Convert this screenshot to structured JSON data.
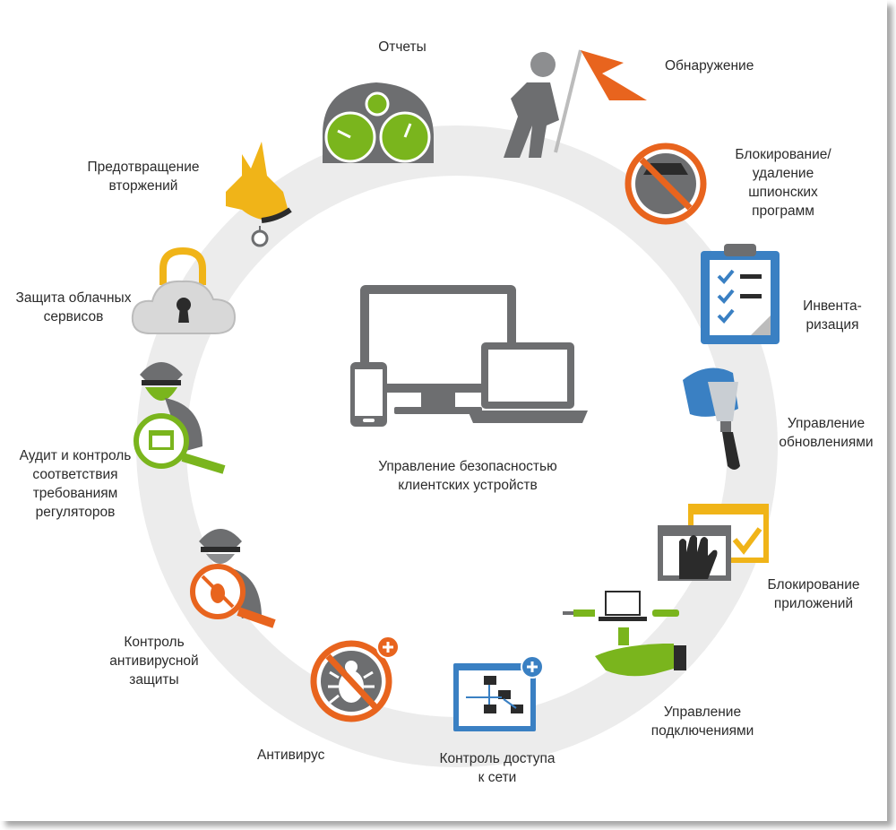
{
  "center": {
    "lines": [
      "Управление безопасностью",
      "клиентских устройств"
    ]
  },
  "modules": [
    {
      "id": "reports",
      "icon": "speedometer-gauges-icon",
      "lines": [
        "Отчеты"
      ]
    },
    {
      "id": "discovery",
      "icon": "flag-bearer-icon",
      "lines": [
        "Обнаружение"
      ]
    },
    {
      "id": "antispyware",
      "icon": "spy-prohibited-icon",
      "lines": [
        "Блокирование/",
        "удаление",
        "шпионских",
        "программ"
      ]
    },
    {
      "id": "inventory",
      "icon": "clipboard-checklist-icon",
      "lines": [
        "Инвента-",
        "ризация"
      ]
    },
    {
      "id": "patch",
      "icon": "putty-knife-icon",
      "lines": [
        "Управление",
        "обновлениями"
      ]
    },
    {
      "id": "appblock",
      "icon": "hand-stop-window-icon",
      "lines": [
        "Блокирование",
        "приложений"
      ]
    },
    {
      "id": "devices",
      "icon": "usb-devices-hand-icon",
      "lines": [
        "Управление",
        "подключениями"
      ]
    },
    {
      "id": "nac",
      "icon": "network-topology-icon",
      "lines": [
        "Контроль доступа",
        "к сети"
      ]
    },
    {
      "id": "antivirus",
      "icon": "bug-prohibited-icon",
      "lines": [
        "Антивирус"
      ]
    },
    {
      "id": "avcontrol",
      "icon": "inspector-bug-icon",
      "lines": [
        "Контроль",
        "антивирусной",
        "защиты"
      ]
    },
    {
      "id": "audit",
      "icon": "inspector-window-icon",
      "lines": [
        "Аудит и контроль",
        "соответствия",
        "требованиям",
        "регуляторов"
      ]
    },
    {
      "id": "cloud",
      "icon": "cloud-padlock-icon",
      "lines": [
        "Защита облачных",
        "сервисов"
      ]
    },
    {
      "id": "ips",
      "icon": "guard-dog-icon",
      "lines": [
        "Предотвращение",
        "вторжений"
      ]
    }
  ],
  "colors": {
    "ring": "#ececec",
    "grey": "#6d6e70",
    "orange": "#e8641e",
    "green": "#7ab51d",
    "blue": "#3a80c3",
    "yellow": "#f0b418",
    "text": "#2b2b2b"
  }
}
